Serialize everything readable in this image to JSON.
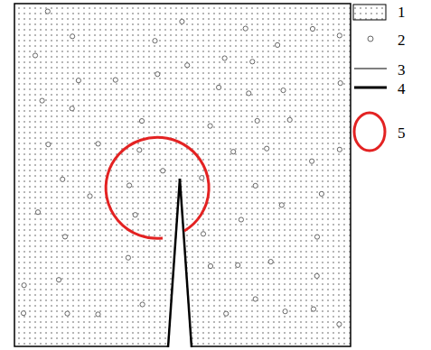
{
  "diagram": {
    "legend": [
      {
        "text": "1"
      },
      {
        "text": "2"
      },
      {
        "text": "3"
      },
      {
        "text": "4"
      },
      {
        "text": "5"
      }
    ]
  }
}
